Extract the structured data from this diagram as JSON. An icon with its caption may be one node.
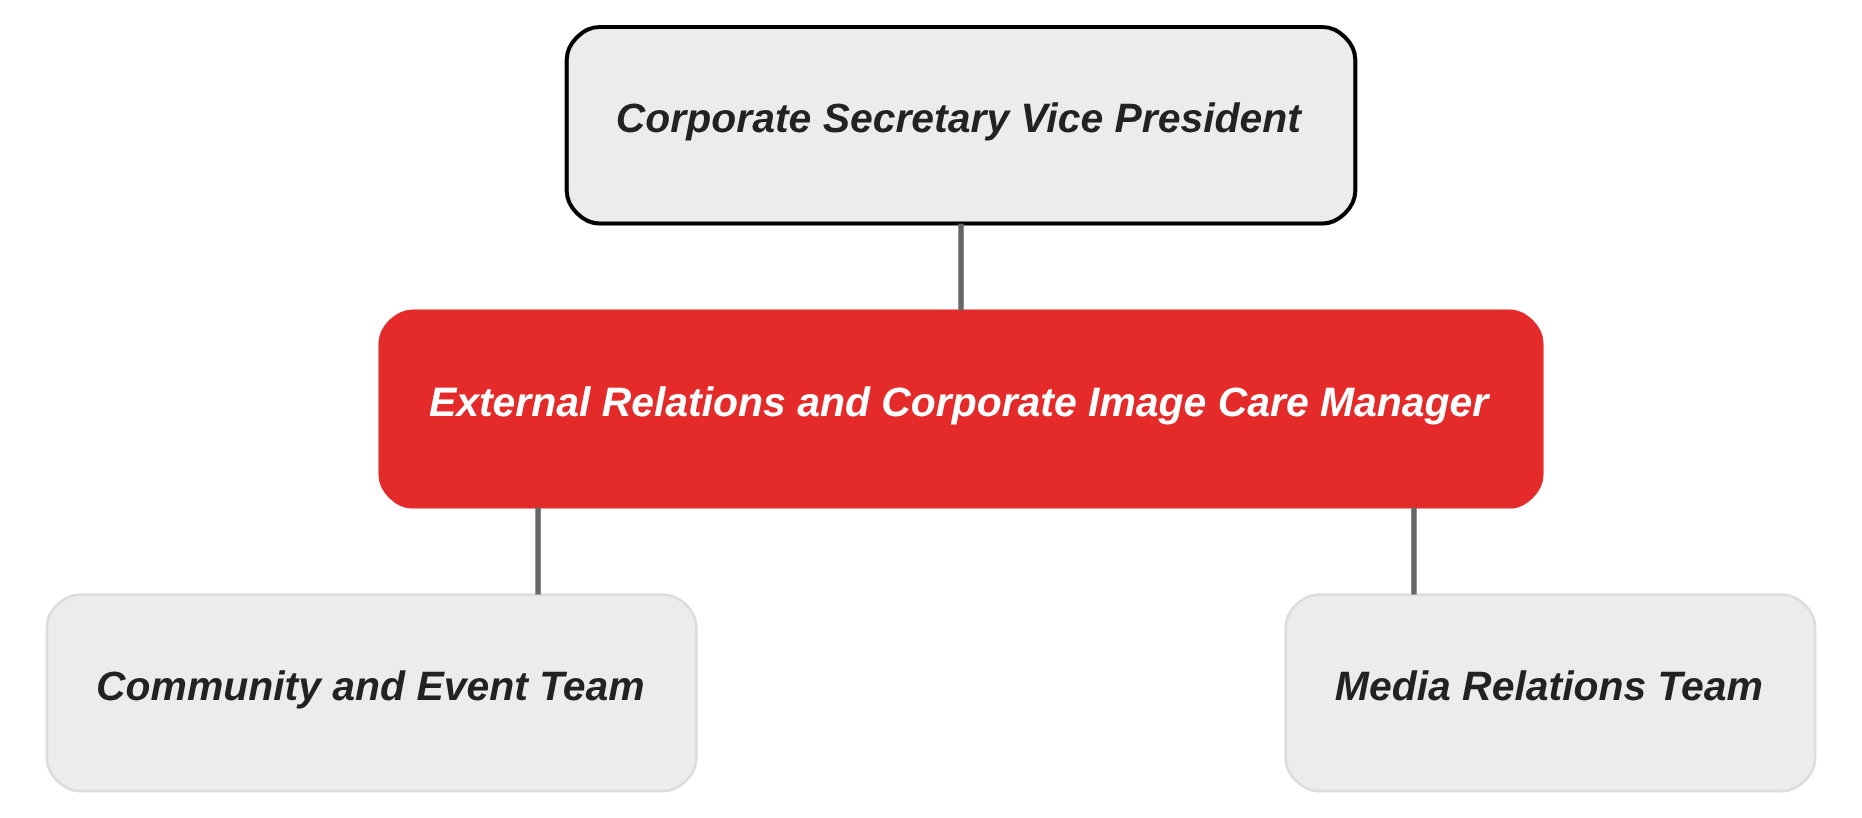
{
  "diagram": {
    "nodes": [
      {
        "text": [
          "Corporate Secretary Vice President"
        ]
      },
      {
        "text": [
          "External Relations and Corporate Image Care Manager"
        ]
      },
      {
        "text": [
          "Community and Event Team"
        ]
      },
      {
        "text": [
          "Media Relations Team"
        ]
      }
    ],
    "edges": [
      {
        "from": 0,
        "to": 1,
        "arrow": "none"
      },
      {
        "from": 1,
        "to": 2,
        "arrow": "none"
      },
      {
        "from": 1,
        "to": 3,
        "arrow": "none"
      }
    ]
  }
}
